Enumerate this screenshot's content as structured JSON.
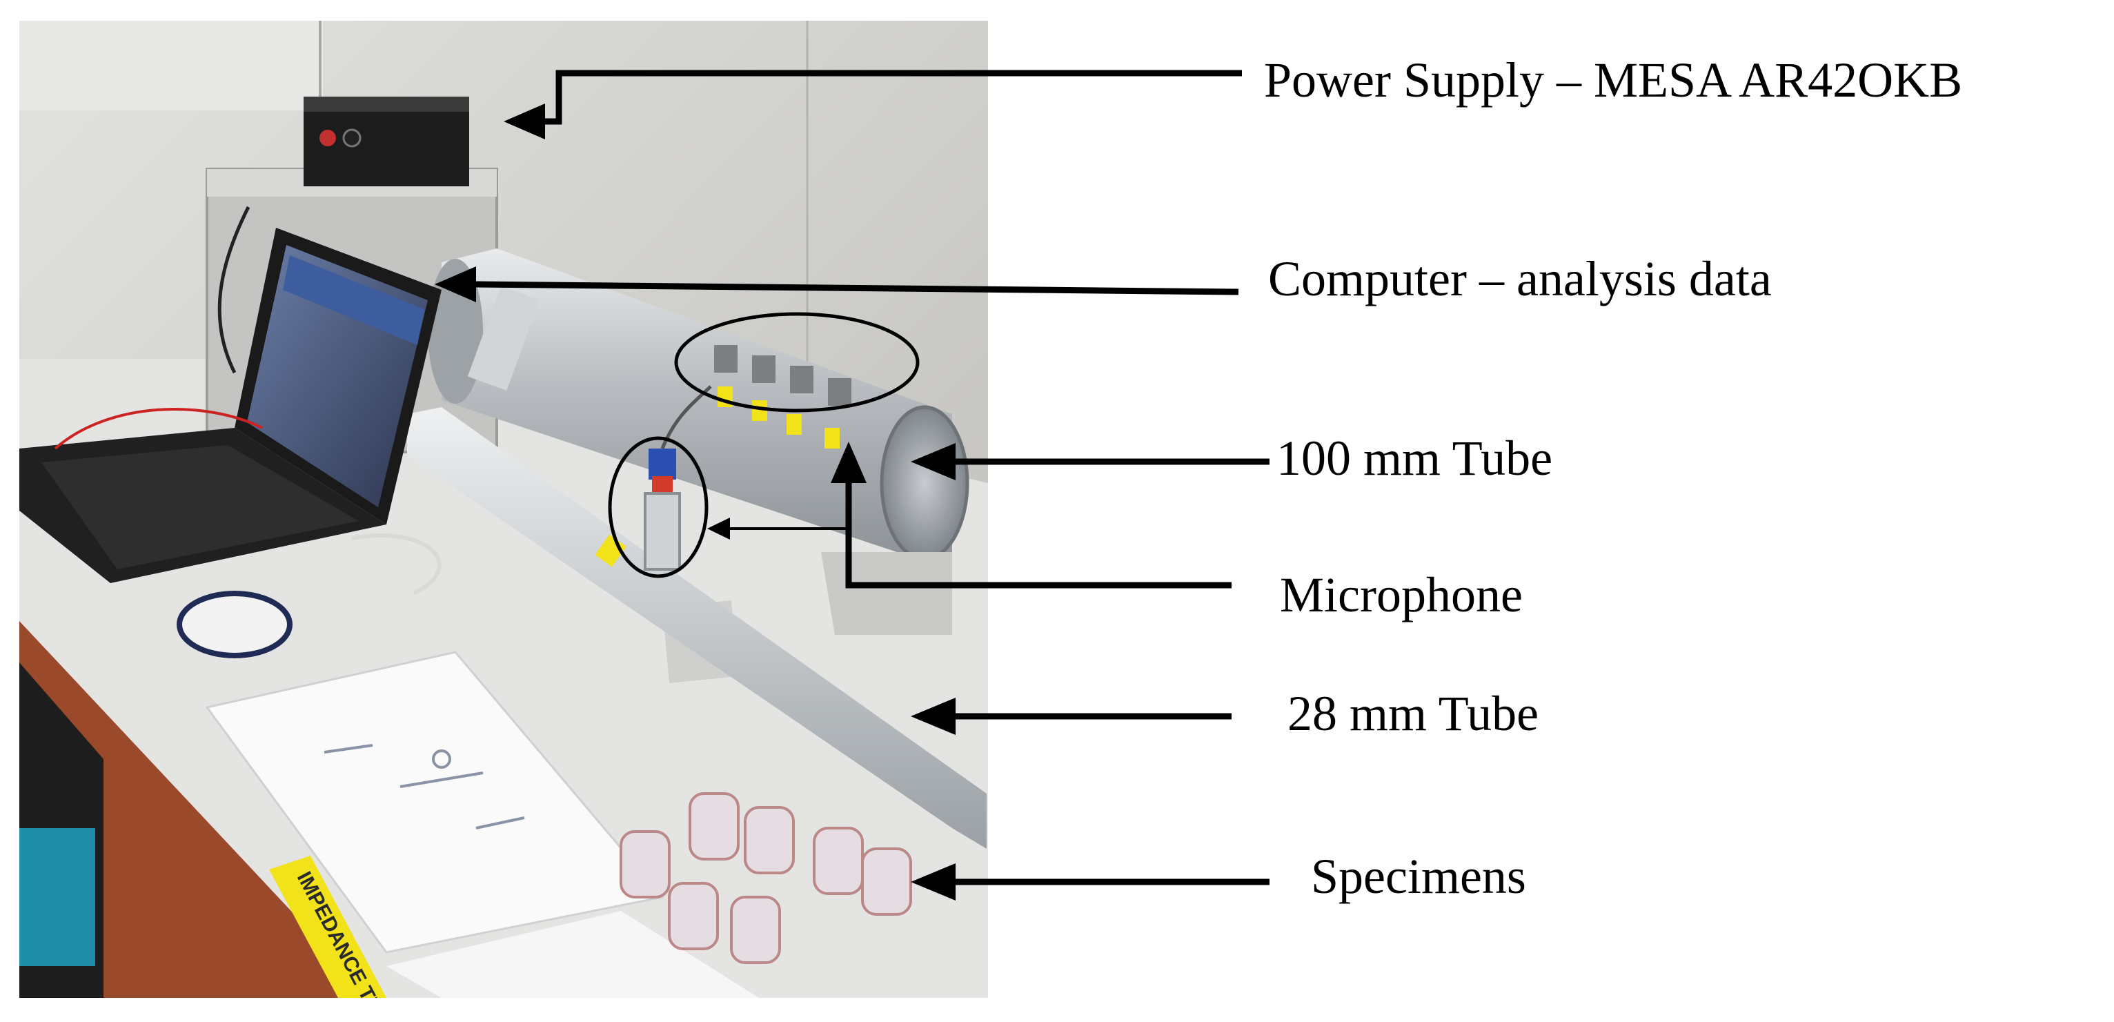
{
  "labels": {
    "power_supply": "Power Supply – MESA AR42OKB",
    "computer": "Computer – analysis data",
    "tube_100": "100 mm Tube",
    "microphone": "Microphone",
    "tube_28": "28 mm Tube",
    "specimens": "Specimens"
  },
  "photo_text": {
    "bench_tag": "IMPEDANCE TUBE"
  },
  "colors": {
    "arrow": "#000000",
    "tube": "#c9cccf",
    "bench": "#e6e6e6",
    "wall": "#cfcfcc",
    "tape": "#f2e21a"
  }
}
